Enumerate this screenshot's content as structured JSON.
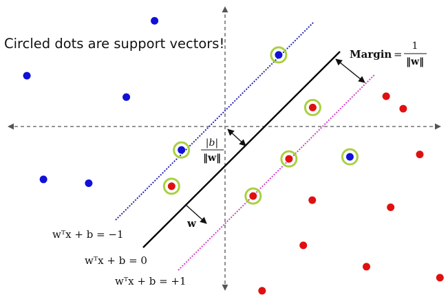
{
  "caption": "Circled dots are support vectors!",
  "labels": {
    "margin_word": "Margin",
    "margin_eq": "=",
    "margin_num": "1",
    "margin_den": "‖w‖",
    "b_num": "|b|",
    "b_den": "‖w‖",
    "w_vec": "w",
    "eq_minus": "wᵀx + b = −1",
    "eq_zero": "wᵀx + b = 0",
    "eq_plus": "wᵀx + b = +1"
  },
  "colors": {
    "class_a": "#1010d8",
    "class_b": "#e01010",
    "support_ring": "#a8d040",
    "boundary": "#000000",
    "margin_minus": "#2222aa",
    "margin_plus": "#d040c8",
    "axes": "#555555"
  },
  "points": [
    {
      "cls": "a",
      "x": 0.345,
      "y": 0.07,
      "sv": false
    },
    {
      "cls": "a",
      "x": 0.06,
      "y": 0.255,
      "sv": false
    },
    {
      "cls": "a",
      "x": 0.282,
      "y": 0.327,
      "sv": false
    },
    {
      "cls": "a",
      "x": 0.622,
      "y": 0.185,
      "sv": true
    },
    {
      "cls": "a",
      "x": 0.405,
      "y": 0.505,
      "sv": true
    },
    {
      "cls": "a",
      "x": 0.097,
      "y": 0.604,
      "sv": false
    },
    {
      "cls": "a",
      "x": 0.198,
      "y": 0.617,
      "sv": false
    },
    {
      "cls": "a",
      "x": 0.781,
      "y": 0.528,
      "sv": true
    },
    {
      "cls": "b",
      "x": 0.698,
      "y": 0.362,
      "sv": true
    },
    {
      "cls": "b",
      "x": 0.862,
      "y": 0.324,
      "sv": false
    },
    {
      "cls": "b",
      "x": 0.9,
      "y": 0.366,
      "sv": false
    },
    {
      "cls": "b",
      "x": 0.645,
      "y": 0.535,
      "sv": true
    },
    {
      "cls": "b",
      "x": 0.937,
      "y": 0.52,
      "sv": false
    },
    {
      "cls": "b",
      "x": 0.383,
      "y": 0.627,
      "sv": true
    },
    {
      "cls": "b",
      "x": 0.565,
      "y": 0.66,
      "sv": true
    },
    {
      "cls": "b",
      "x": 0.697,
      "y": 0.674,
      "sv": false
    },
    {
      "cls": "b",
      "x": 0.872,
      "y": 0.698,
      "sv": false
    },
    {
      "cls": "b",
      "x": 0.677,
      "y": 0.826,
      "sv": false
    },
    {
      "cls": "b",
      "x": 0.818,
      "y": 0.898,
      "sv": false
    },
    {
      "cls": "b",
      "x": 0.982,
      "y": 0.935,
      "sv": false
    },
    {
      "cls": "b",
      "x": 0.585,
      "y": 0.979,
      "sv": false
    }
  ]
}
